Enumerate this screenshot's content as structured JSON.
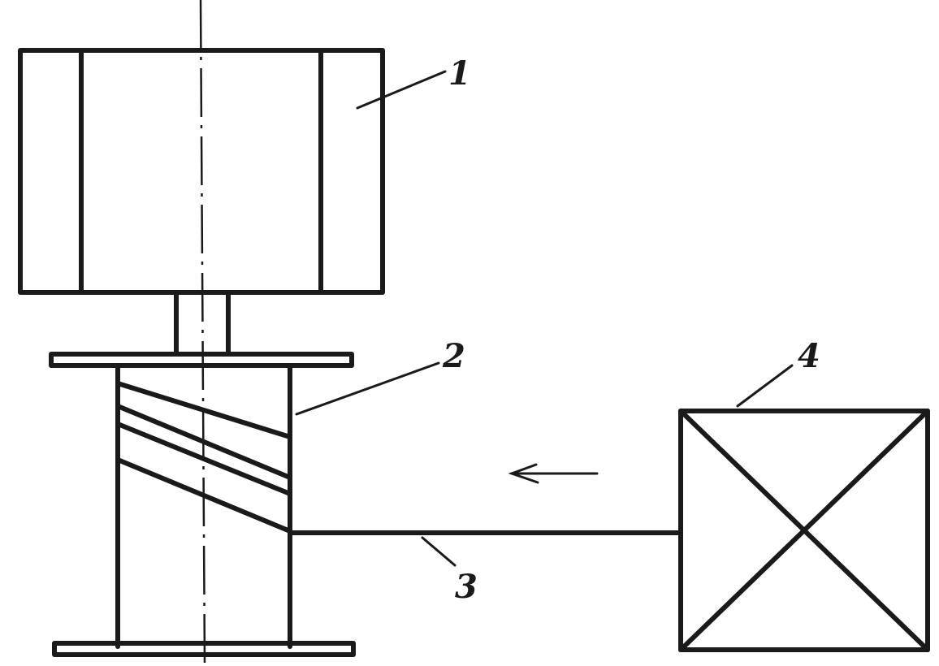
{
  "labels": {
    "motor": "1",
    "cylinder": "2",
    "pipe": "3",
    "box": "4"
  },
  "colors": {
    "ink": "#1a1a1a",
    "background": "#ffffff"
  }
}
